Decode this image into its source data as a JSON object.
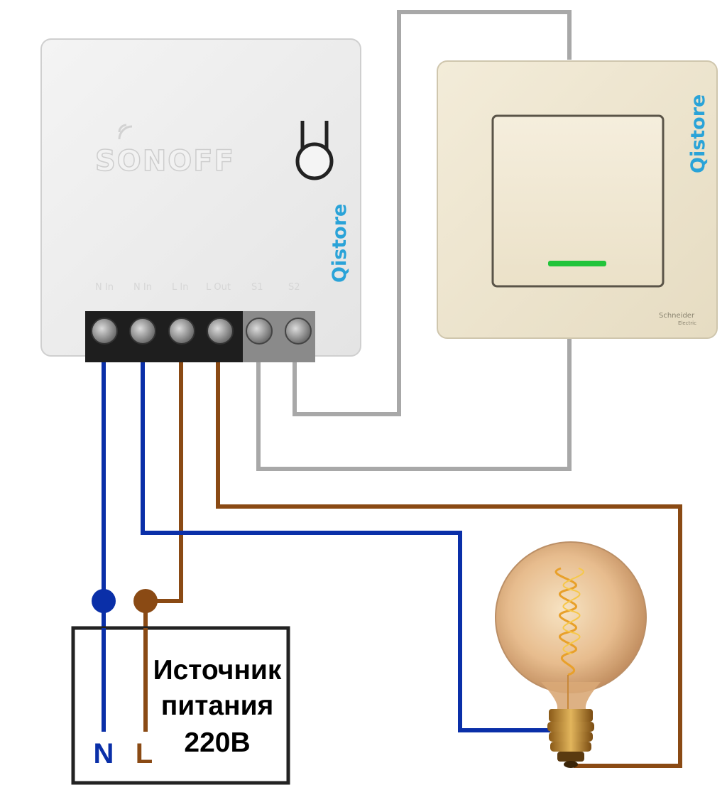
{
  "relay": {
    "brand": "SONOFF",
    "watermark": "Qistore",
    "terminals": [
      "N In",
      "N In",
      "L In",
      "L Out",
      "S1",
      "S2"
    ]
  },
  "switch": {
    "watermark": "Qistore",
    "maker_line1": "Schneider",
    "maker_line2": "Electric"
  },
  "power_source": {
    "line1": "Источник",
    "line2": "питания",
    "line3": "220В",
    "neutral_label": "N",
    "line_label": "L"
  },
  "colors": {
    "neutral": "#0a2fa8",
    "line": "#8a4a14",
    "switch_wire": "#a8a8a8",
    "watermark": "#2aa3d8",
    "switch_led": "#22c43a"
  }
}
